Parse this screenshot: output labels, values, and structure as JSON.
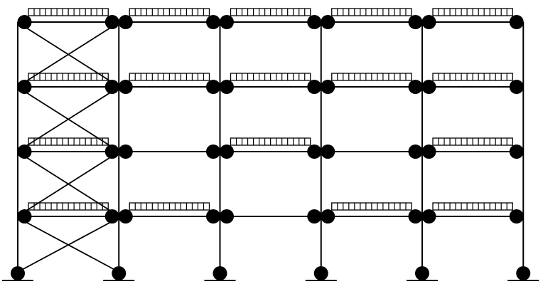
{
  "diagram": {
    "type": "structural-frame",
    "bays": 5,
    "stories": 4,
    "colors": {
      "stroke": "#000000",
      "node": "#000000",
      "background": "#ffffff"
    },
    "x_braced_bay": 0,
    "x_braced_stories": [
      0,
      1,
      2,
      3
    ],
    "hinged_nodes": "all-beam-column-joints",
    "supports": "pinned",
    "loaded_beams": [
      [
        true,
        true,
        false,
        true,
        true
      ],
      [
        true,
        false,
        true,
        false,
        true
      ],
      [
        true,
        true,
        true,
        true,
        true
      ],
      [
        true,
        true,
        true,
        true,
        true
      ]
    ]
  }
}
